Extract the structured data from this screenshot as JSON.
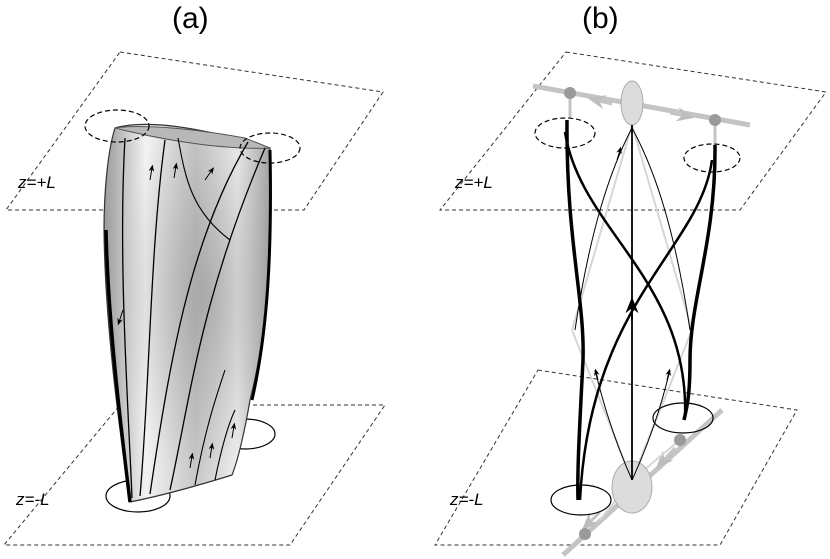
{
  "panels": {
    "a": {
      "label": "(a)",
      "top_plane": "z=+L",
      "bottom_plane": "z=-L"
    },
    "b": {
      "label": "(b)",
      "top_plane": "z=+L",
      "bottom_plane": "z=-L"
    }
  },
  "colors": {
    "line": "#000000",
    "plane": "#333333",
    "surface_light": "#e8e8e8",
    "surface_dark": "#8c8c8c",
    "ghost": "#bdbdbd",
    "node": "#9a9a9a",
    "node_fill": "#dcdcdc"
  }
}
